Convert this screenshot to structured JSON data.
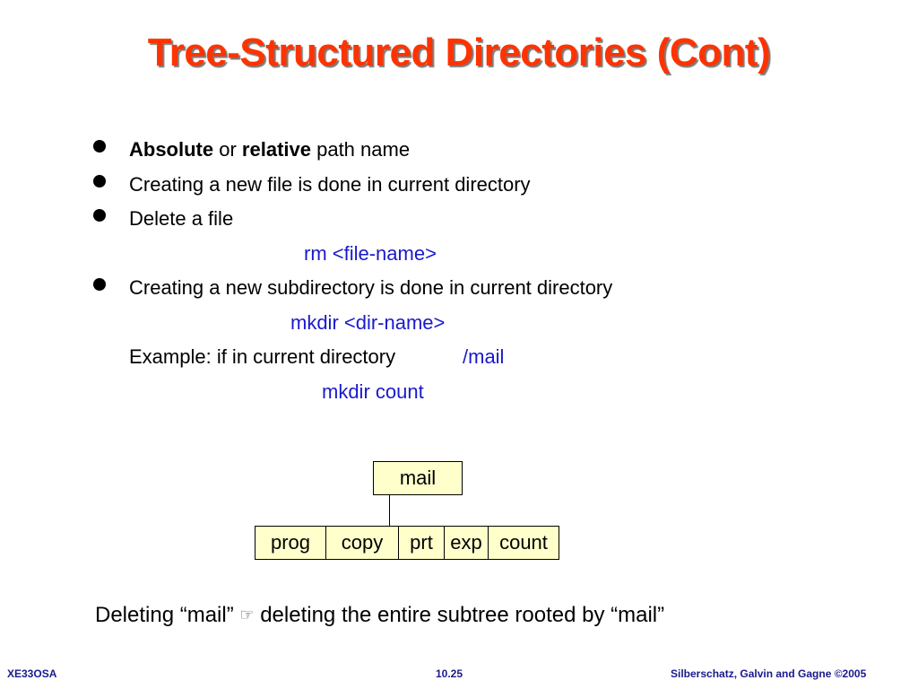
{
  "title": "Tree-Structured Directories (Cont)",
  "bullets": {
    "b1": {
      "bold1": "Absolute",
      "mid": " or ",
      "bold2": "relative",
      "rest": " path name"
    },
    "b2": "Creating a new file is done in current directory",
    "b3": "Delete a file",
    "b3_cmd": "rm <file-name>",
    "b4": "Creating a new subdirectory is done in current directory",
    "b4_cmd": "mkdir <dir-name>",
    "example_label": "Example:  if in current directory",
    "example_path": "/mail",
    "example_cmd": "mkdir count"
  },
  "tree": {
    "root": "mail",
    "children": [
      "prog",
      "copy",
      "prt",
      "exp",
      "count"
    ]
  },
  "conclusion": {
    "left": "Deleting “mail”",
    "arrow": "☞",
    "right": "deleting the entire subtree rooted by “mail”"
  },
  "footer": {
    "left": "XE33OSA",
    "center": "10.25",
    "right": "Silberschatz, Galvin and Gagne ©2005"
  },
  "colors": {
    "title": "#ff3300",
    "code": "#1a1acc",
    "box_fill": "#ffffcc",
    "footer": "#1a1a8c"
  }
}
